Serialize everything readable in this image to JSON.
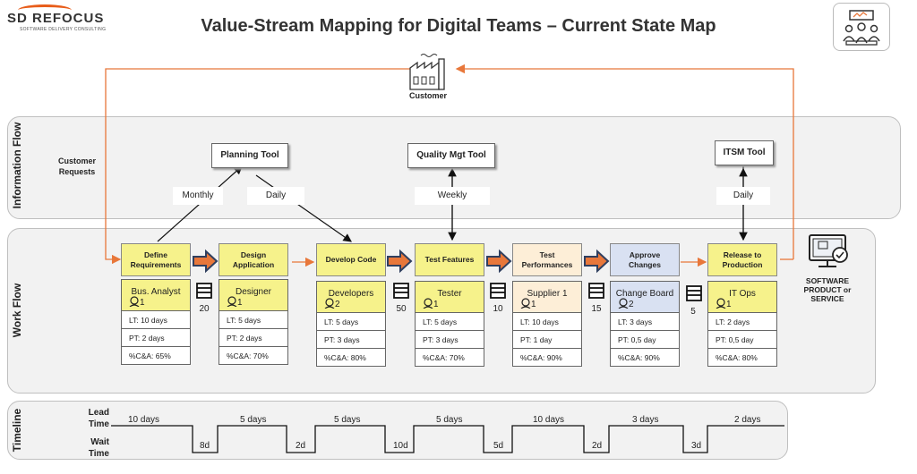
{
  "header": {
    "logo_name": "SD REFOCUS",
    "logo_tagline": "SOFTWARE DELIVERY CONSULTING",
    "title": "Value-Stream Mapping for Digital Teams – Current State Map"
  },
  "customer": {
    "label": "Customer"
  },
  "information_flow": {
    "band_label": "Information Flow",
    "requests_label": "Customer Requests",
    "tools": {
      "planning": "Planning Tool",
      "quality": "Quality Mgt Tool",
      "itsm": "ITSM Tool"
    },
    "frequencies": {
      "monthly": "Monthly",
      "daily_planning": "Daily",
      "weekly": "Weekly",
      "daily_itsm": "Daily"
    }
  },
  "work_flow": {
    "band_label": "Work Flow",
    "processes": [
      {
        "name": "Define Requirements",
        "role": "Bus. Analyst",
        "count": "1",
        "lt": "LT: 10 days",
        "pt": "PT: 2 days",
        "ca": "%C&A: 65%",
        "head_color": "#f6f28b",
        "role_color": "#f6f28b"
      },
      {
        "name": "Design Application",
        "role": "Designer",
        "count": "1",
        "lt": "LT: 5 days",
        "pt": "PT: 2 days",
        "ca": "%C&A: 70%",
        "head_color": "#f6f28b",
        "role_color": "#f6f28b"
      },
      {
        "name": "Develop Code",
        "role": "Developers",
        "count": "2",
        "lt": "LT: 5 days",
        "pt": "PT: 3 days",
        "ca": "%C&A: 80%",
        "head_color": "#f6f28b",
        "role_color": "#f6f28b"
      },
      {
        "name": "Test Features",
        "role": "Tester",
        "count": "1",
        "lt": "LT: 5 days",
        "pt": "PT: 3 days",
        "ca": "%C&A: 70%",
        "head_color": "#f6f28b",
        "role_color": "#f6f28b"
      },
      {
        "name": "Test Performances",
        "role": "Supplier 1",
        "count": "1",
        "lt": "LT: 10 days",
        "pt": "PT: 1 day",
        "ca": "%C&A: 90%",
        "head_color": "#fdeed7",
        "role_color": "#fdeed7"
      },
      {
        "name": "Approve Changes",
        "role": "Change Board",
        "count": "2",
        "lt": "LT: 3 days",
        "pt": "PT: 0,5 day",
        "ca": "%C&A: 90%",
        "head_color": "#d9e1f2",
        "role_color": "#d9e1f2"
      },
      {
        "name": "Release to Production",
        "role": "IT Ops",
        "count": "1",
        "lt": "LT: 2 days",
        "pt": "PT: 0,5 day",
        "ca": "%C&A: 80%",
        "head_color": "#f6f28b",
        "role_color": "#f6f28b"
      }
    ],
    "inventories": [
      "20",
      "50",
      "10",
      "15",
      "5"
    ],
    "output_label": "SOFTWARE PRODUCT or SERVICE"
  },
  "timeline": {
    "band_label": "Timeline",
    "lead_label": "Lead Time",
    "wait_label": "Wait Time",
    "lead_times": [
      "10 days",
      "5 days",
      "5 days",
      "5 days",
      "10 days",
      "3 days",
      "2 days"
    ],
    "wait_times": [
      "8d",
      "2d",
      "10d",
      "5d",
      "2d",
      "3d"
    ]
  },
  "colors": {
    "accent": "#e8773a",
    "push_arrow": "#e8773a",
    "push_arrow_border": "#2f3f5f"
  }
}
